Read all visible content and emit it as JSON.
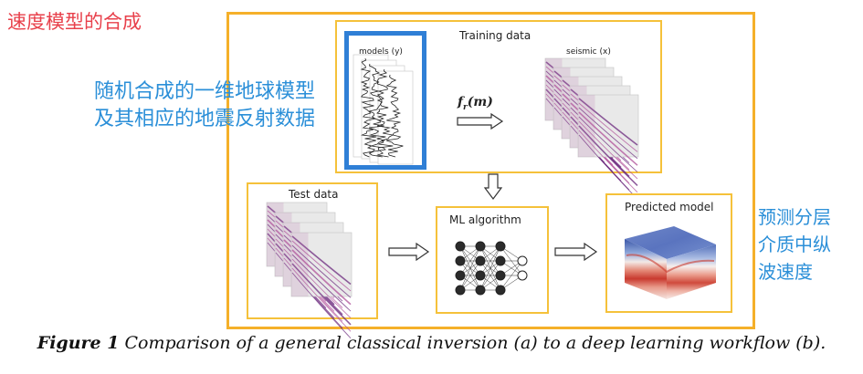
{
  "title": "速度模型的合成",
  "note_left": [
    "随机合成的一维地球模型",
    "及其相应的地震反射数据"
  ],
  "note_right": [
    "预测分层",
    "介质中纵",
    "波速度"
  ],
  "training": {
    "label": "Training data",
    "models_label": "models (y)",
    "seismic_label": "seismic (x)",
    "operator": "f"
  },
  "test_label": "Test data",
  "ml_label": "ML algorithm",
  "pred_label": "Predicted model",
  "caption": {
    "bold": "Figure 1",
    "text": "Comparison of a general classical inversion (a) to a deep learning workflow (b)."
  },
  "colors": {
    "orange": "#f5b02a",
    "blue": "#2b8fd8",
    "red": "#e8404b"
  }
}
